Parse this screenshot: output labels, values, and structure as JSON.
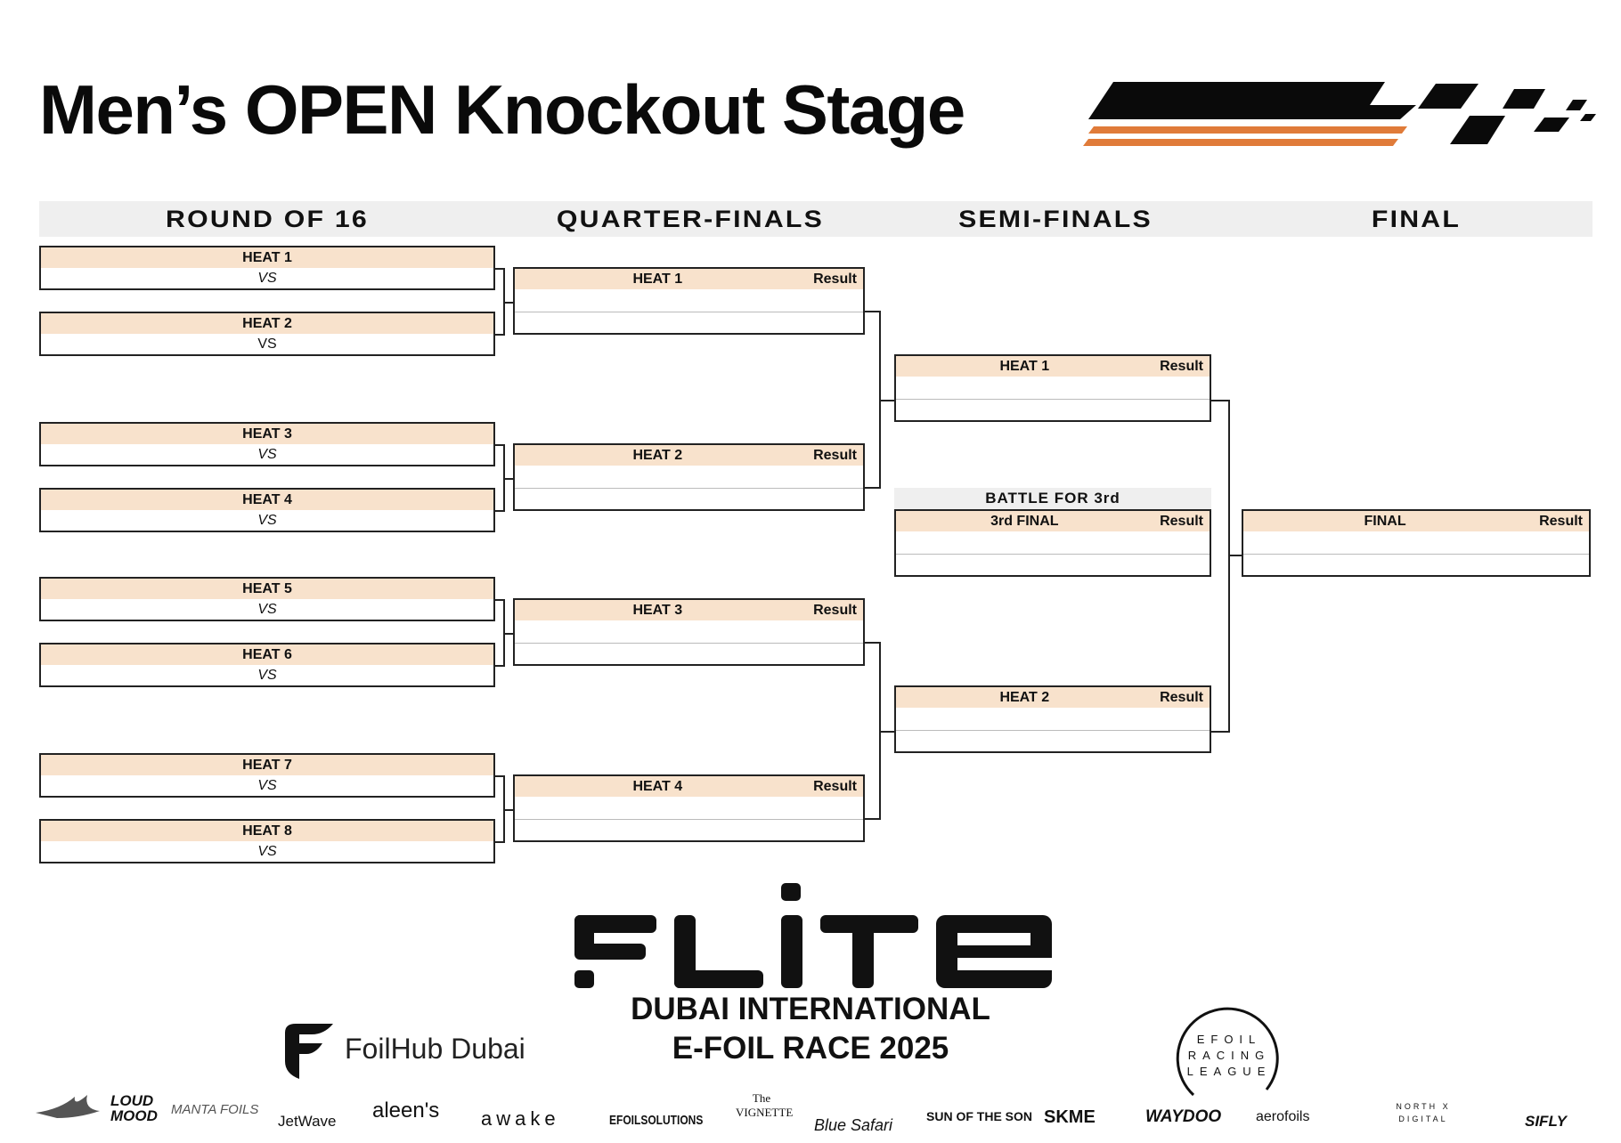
{
  "title": "Men’s OPEN Knockout Stage",
  "rounds": [
    "ROUND OF 16",
    "QUARTER-FINALS",
    "SEMI-FINALS",
    "FINAL"
  ],
  "round_of_16": [
    {
      "heat": "HEAT 1",
      "vs": "VS"
    },
    {
      "heat": "HEAT 2",
      "vs": "VS"
    },
    {
      "heat": "HEAT 3",
      "vs": "VS"
    },
    {
      "heat": "HEAT 4",
      "vs": "VS"
    },
    {
      "heat": "HEAT 5",
      "vs": "VS"
    },
    {
      "heat": "HEAT 6",
      "vs": "VS"
    },
    {
      "heat": "HEAT 7",
      "vs": "VS"
    },
    {
      "heat": "HEAT 8",
      "vs": "VS"
    }
  ],
  "quarter_finals": [
    {
      "heat": "HEAT 1",
      "result": "Result"
    },
    {
      "heat": "HEAT 2",
      "result": "Result"
    },
    {
      "heat": "HEAT 3",
      "result": "Result"
    },
    {
      "heat": "HEAT 4",
      "result": "Result"
    }
  ],
  "semi_finals": [
    {
      "heat": "HEAT 1",
      "result": "Result"
    },
    {
      "heat": "HEAT 2",
      "result": "Result"
    }
  ],
  "third_place": {
    "label": "BATTLE FOR 3rd",
    "heat": "3rd FINAL",
    "result": "Result"
  },
  "final": {
    "heat": "FINAL",
    "result": "Result"
  },
  "event": {
    "line1": "DUBAI INTERNATIONAL",
    "line2": "E-FOIL RACE 2025"
  },
  "partner": "FoilHub Dubai",
  "league": [
    "EFOIL",
    "RACING",
    "LEAGUE"
  ],
  "sponsors": [
    "LOUD MOOD",
    "MANTA FOILS",
    "JetWave",
    "aleen's",
    "awake",
    "EFOILSOLUTIONS",
    "The VIGNETTE",
    "Blue Safari",
    "SUN OF THE SON",
    "SKME",
    "WAYDOO",
    "aerofoils",
    "NORTH X DIGITAL",
    "SIFLY"
  ],
  "colors": {
    "header_fill": "#f8e2cc",
    "accent_orange": "#e07b39",
    "round_bar": "#efefef"
  }
}
